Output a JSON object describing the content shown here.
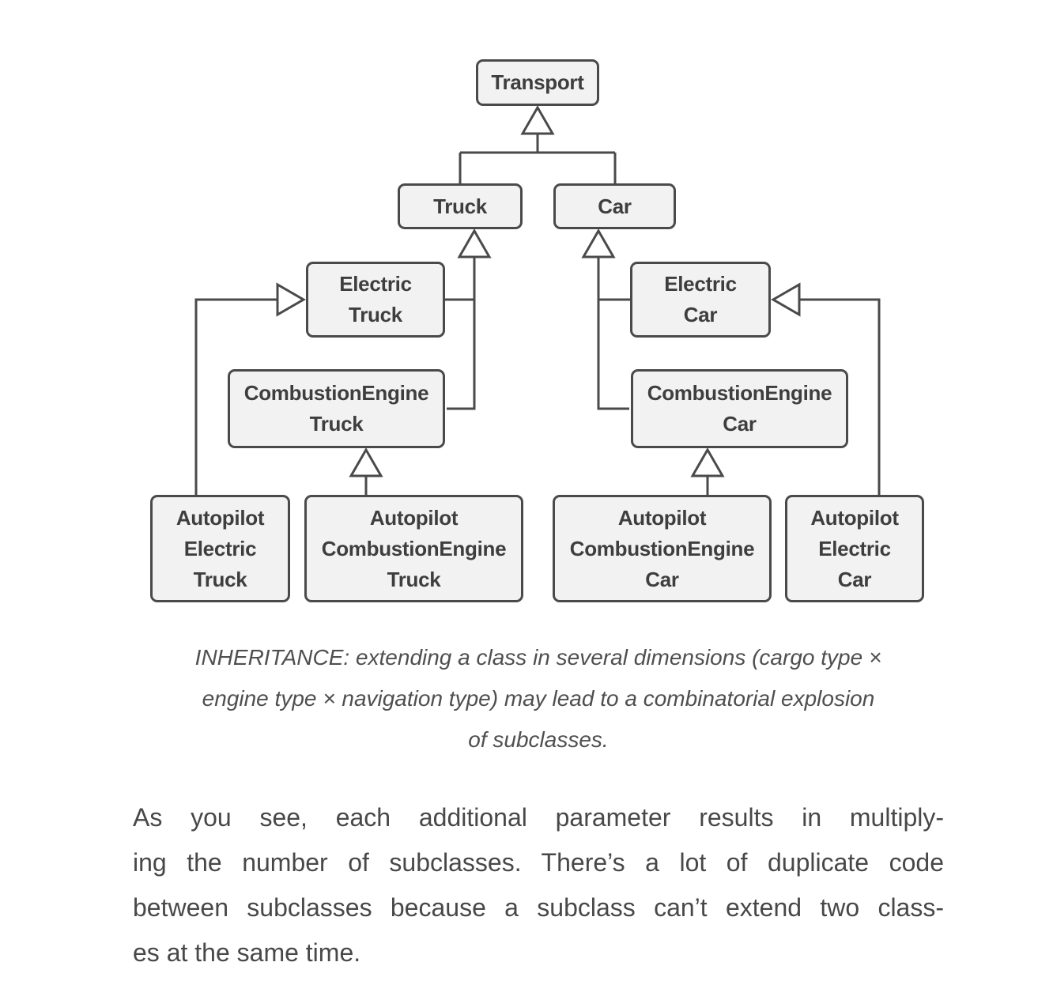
{
  "diagram": {
    "type": "uml-class-inheritance",
    "colors": {
      "box_fill": "#f2f2f2",
      "box_border": "#4a4a4a",
      "box_text": "#3e3e3e",
      "connector": "#4a4a4a"
    },
    "boxes": [
      {
        "name": "transport",
        "label": "Transport"
      },
      {
        "name": "truck",
        "label": "Truck"
      },
      {
        "name": "car",
        "label": "Car"
      },
      {
        "name": "electric-truck",
        "label": "Electric\nTruck"
      },
      {
        "name": "electric-car",
        "label": "Electric\nCar"
      },
      {
        "name": "combustion-engine-truck",
        "label": "CombustionEngine\nTruck"
      },
      {
        "name": "combustion-engine-car",
        "label": "CombustionEngine\nCar"
      },
      {
        "name": "autopilot-electric-truck",
        "label": "Autopilot\nElectric\nTruck"
      },
      {
        "name": "autopilot-combustion-engine-truck",
        "label": "Autopilot\nCombustionEngine\nTruck"
      },
      {
        "name": "autopilot-combustion-engine-car",
        "label": "Autopilot\nCombustionEngine\nCar"
      },
      {
        "name": "autopilot-electric-car",
        "label": "Autopilot\nElectric\nCar"
      }
    ],
    "relations": [
      {
        "child": "Truck",
        "parent": "Transport"
      },
      {
        "child": "Car",
        "parent": "Transport"
      },
      {
        "child": "ElectricTruck",
        "parent": "Truck"
      },
      {
        "child": "CombustionEngineTruck",
        "parent": "Truck"
      },
      {
        "child": "ElectricCar",
        "parent": "Car"
      },
      {
        "child": "CombustionEngineCar",
        "parent": "Car"
      },
      {
        "child": "AutopilotElectricTruck",
        "parent": "ElectricTruck"
      },
      {
        "child": "AutopilotCombustionEngineTruck",
        "parent": "CombustionEngineTruck"
      },
      {
        "child": "AutopilotCombustionEngineCar",
        "parent": "CombustionEngineCar"
      },
      {
        "child": "AutopilotElectricCar",
        "parent": "ElectricCar"
      }
    ]
  },
  "caption": {
    "lines": [
      "INHERITANCE: extending a class in several dimensions (cargo type ×",
      "engine type × navigation type) may lead to a combinatorial explosion",
      "of subclasses."
    ]
  },
  "body": {
    "lines": [
      "As you see, each additional parameter results in multiply-",
      "ing the number of subclasses. There’s a lot of duplicate code",
      "between subclasses because a subclass can’t extend two class-",
      "es at the same time."
    ]
  }
}
